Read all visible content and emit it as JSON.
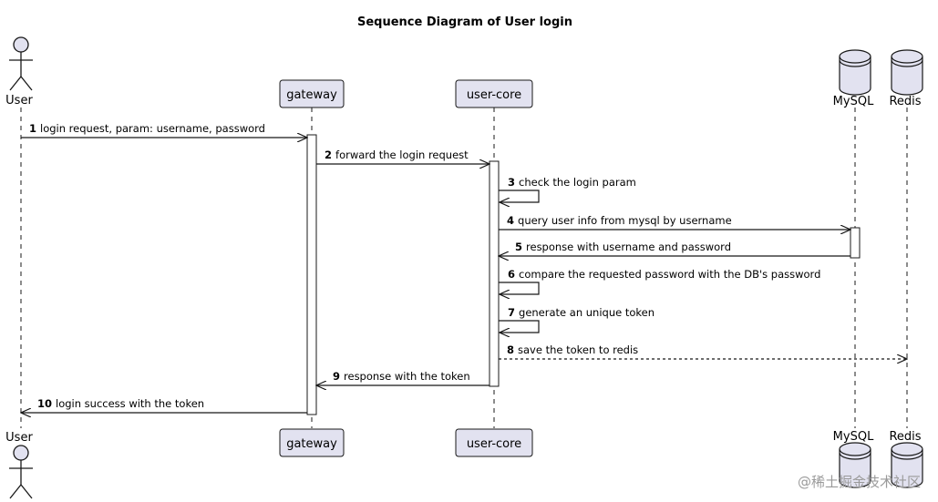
{
  "title": "Sequence Diagram of User login",
  "participants": [
    {
      "id": "user",
      "label": "User",
      "kind": "actor"
    },
    {
      "id": "gateway",
      "label": "gateway",
      "kind": "participant"
    },
    {
      "id": "usercore",
      "label": "user-core",
      "kind": "participant"
    },
    {
      "id": "mysql",
      "label": "MySQL",
      "kind": "database"
    },
    {
      "id": "redis",
      "label": "Redis",
      "kind": "database"
    }
  ],
  "messages": [
    {
      "num": "1",
      "text": "login request,  param:  username,  password",
      "from": "user",
      "to": "gateway",
      "style": "solid"
    },
    {
      "num": "2",
      "text": "forward the login request",
      "from": "gateway",
      "to": "usercore",
      "style": "solid"
    },
    {
      "num": "3",
      "text": "check the login param",
      "from": "usercore",
      "to": "usercore",
      "style": "self"
    },
    {
      "num": "4",
      "text": "query user info from mysql by username",
      "from": "usercore",
      "to": "mysql",
      "style": "solid"
    },
    {
      "num": "5",
      "text": "response with username and password",
      "from": "mysql",
      "to": "usercore",
      "style": "solid"
    },
    {
      "num": "6",
      "text": "compare the requested password with the DB's password",
      "from": "usercore",
      "to": "usercore",
      "style": "self"
    },
    {
      "num": "7",
      "text": "generate an unique token",
      "from": "usercore",
      "to": "usercore",
      "style": "self"
    },
    {
      "num": "8",
      "text": "save the token to redis",
      "from": "usercore",
      "to": "redis",
      "style": "dashed"
    },
    {
      "num": "9",
      "text": "response with the token",
      "from": "usercore",
      "to": "gateway",
      "style": "solid"
    },
    {
      "num": "10",
      "text": "login success with the token",
      "from": "gateway",
      "to": "user",
      "style": "solid"
    }
  ],
  "watermark": "@稀土掘金技术社区",
  "colors": {
    "participant_fill": "#e2e2f0",
    "participant_stroke": "#181818",
    "lifeline": "#181818"
  }
}
